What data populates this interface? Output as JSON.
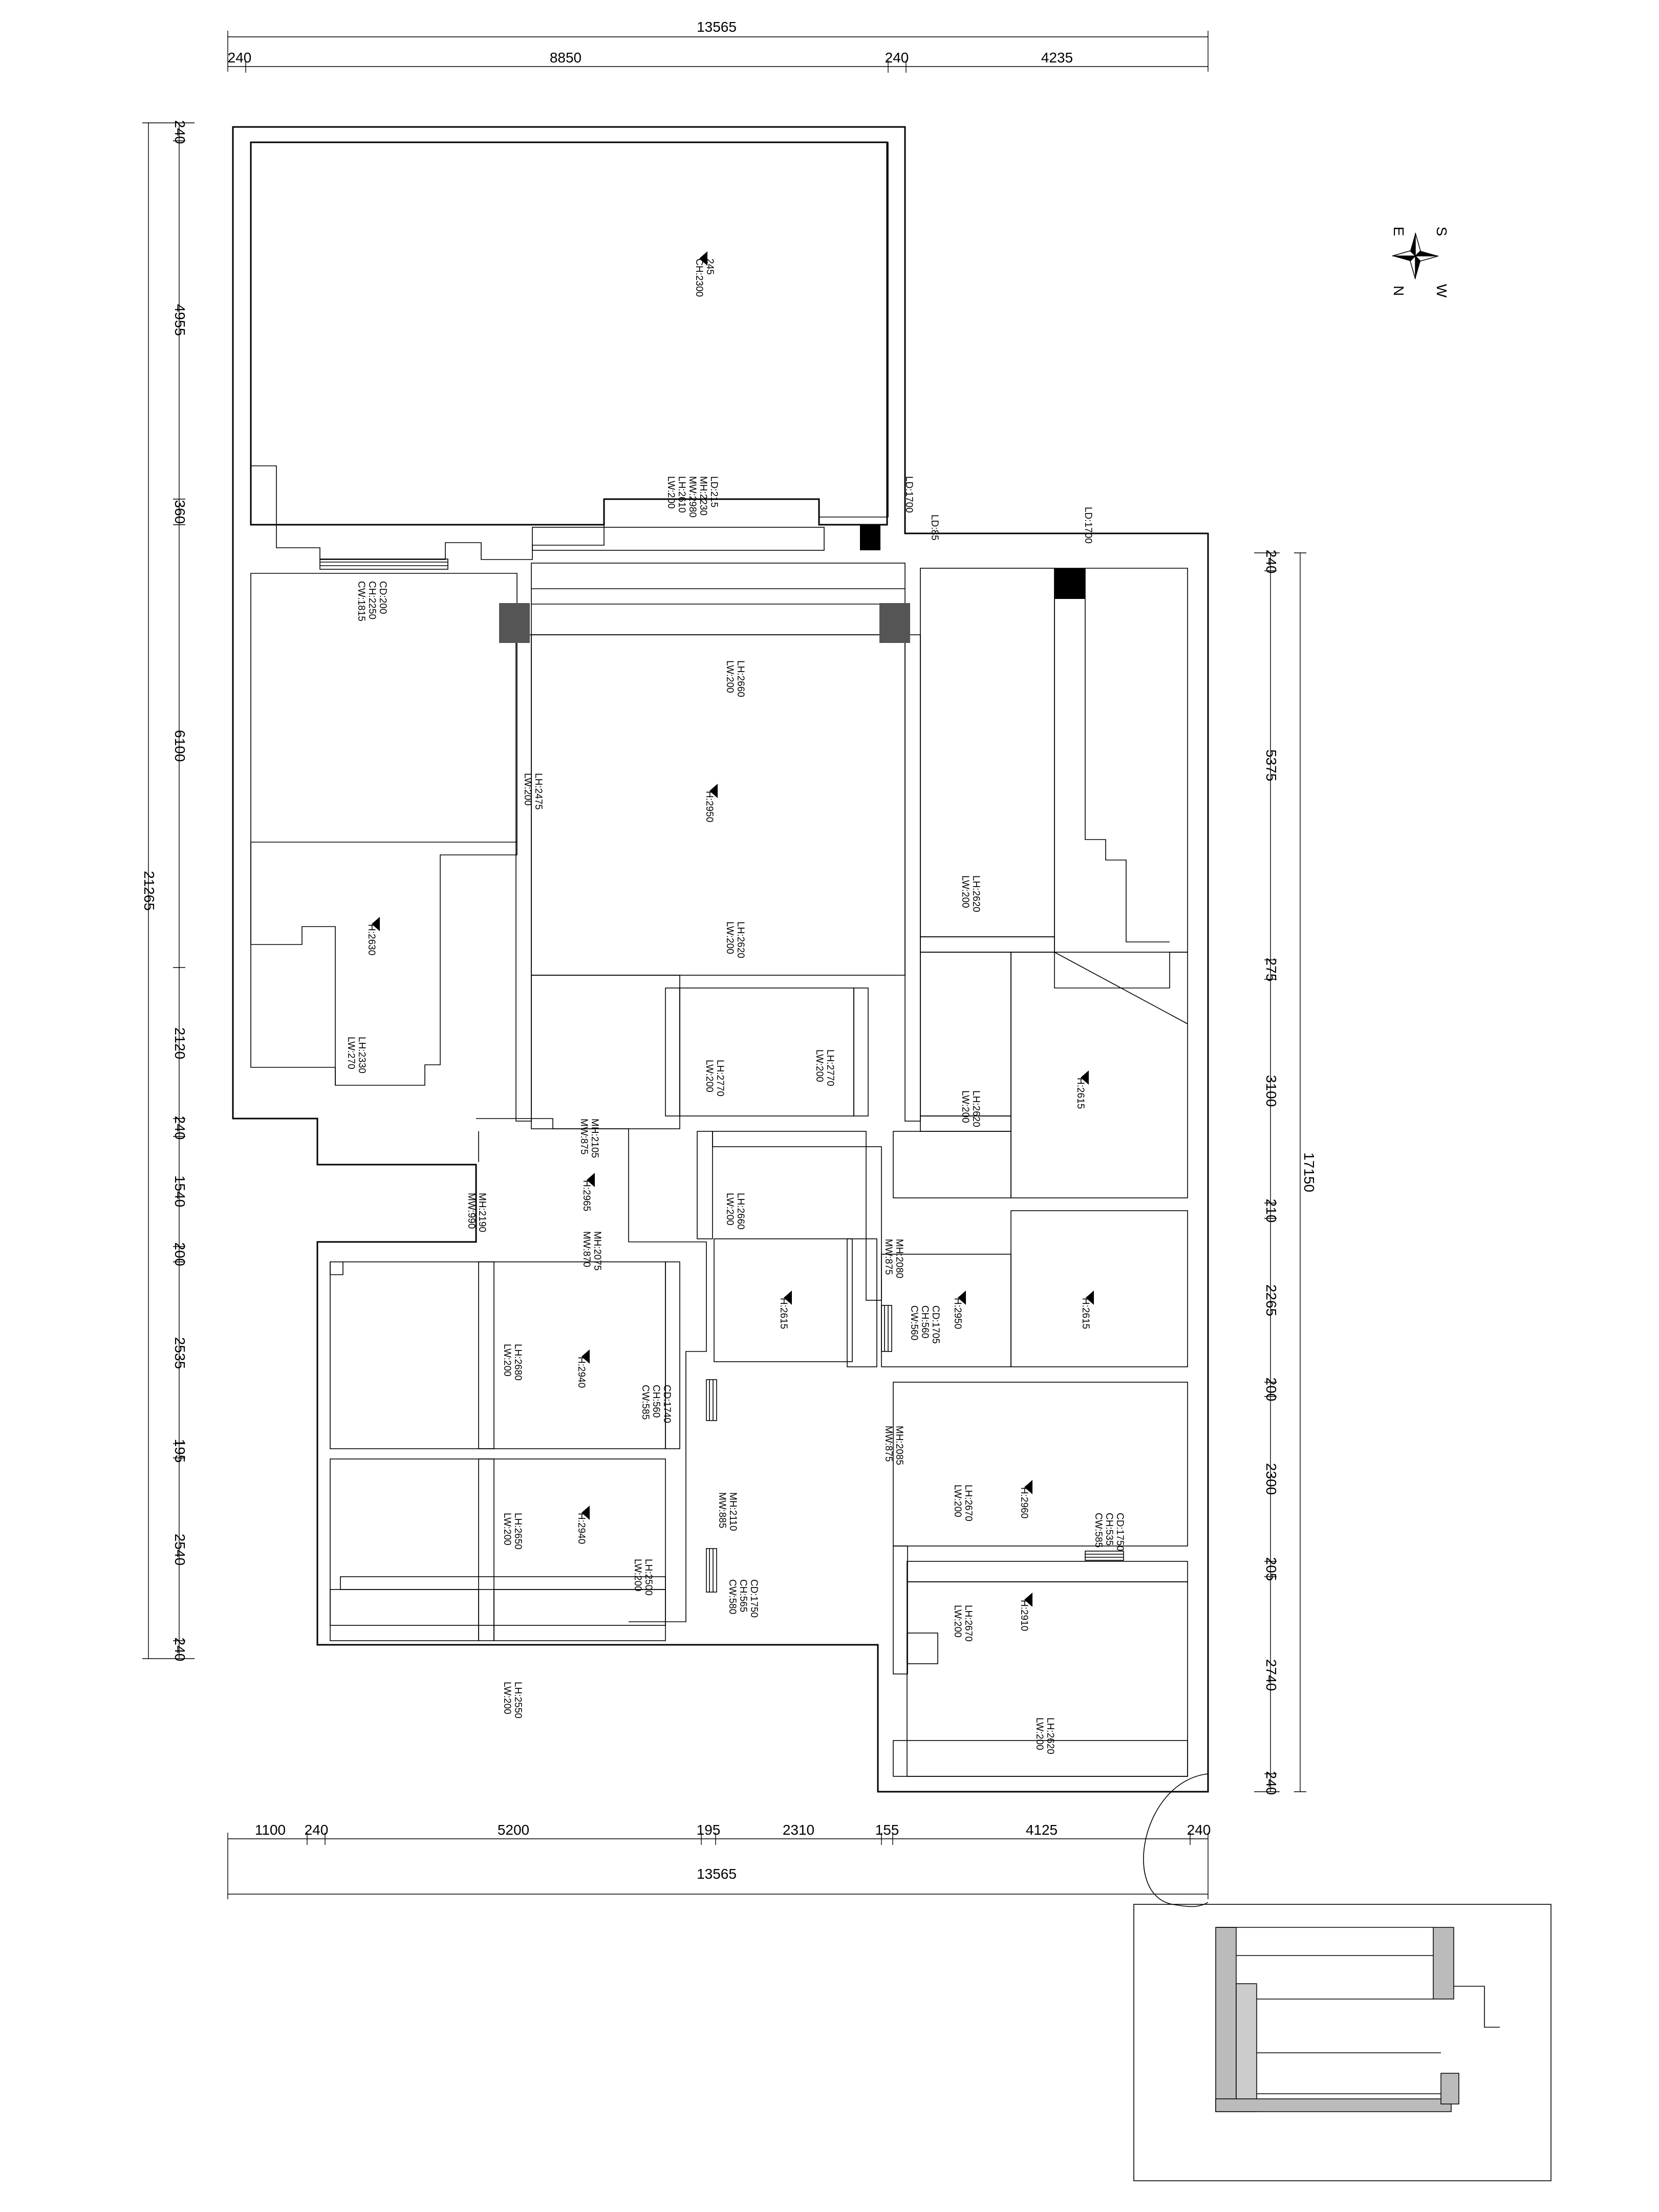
{
  "dimensions": {
    "top_total": "13565",
    "top_segments": [
      "240",
      "8850",
      "240",
      "4235"
    ],
    "bottom_segments": [
      "1100",
      "240",
      "5200",
      "195",
      "2310",
      "155",
      "4125",
      "240"
    ],
    "bottom_total": "13565",
    "left_total": "21265",
    "left_segments": [
      "240",
      "4955",
      "360",
      "6100",
      "2120",
      "240",
      "1540",
      "200",
      "2535",
      "195",
      "2540",
      "240"
    ],
    "right_total": "17150",
    "right_segments": [
      "240",
      "5375",
      "275",
      "3100",
      "210",
      "2265",
      "200",
      "2300",
      "205",
      "2740",
      "240"
    ]
  },
  "compass": {
    "letters": [
      "S",
      "W",
      "N",
      "E"
    ]
  },
  "labels": [
    {
      "id": "l01",
      "lines": [
        "CH:2300",
        "245"
      ]
    },
    {
      "id": "l02",
      "lines": [
        "LW:200",
        "LH:2610",
        "MW:2980",
        "MH:2230",
        "LD:215"
      ]
    },
    {
      "id": "l03",
      "lines": [
        "LD:1700"
      ]
    },
    {
      "id": "l04",
      "lines": [
        "LD:85"
      ]
    },
    {
      "id": "l05",
      "lines": [
        "LD:1700"
      ]
    },
    {
      "id": "l06",
      "lines": [
        "CW:1815",
        "CH:2250",
        "CD:200"
      ]
    },
    {
      "id": "l07",
      "lines": [
        "LW:200",
        "LH:2660"
      ]
    },
    {
      "id": "l08",
      "lines": [
        "LW:200",
        "LH:2475"
      ]
    },
    {
      "id": "l09",
      "lines": [
        "H:2950"
      ]
    },
    {
      "id": "l10",
      "lines": [
        "LW:200",
        "LH:2620"
      ]
    },
    {
      "id": "l11",
      "lines": [
        "LW:200",
        "LH:2620"
      ]
    },
    {
      "id": "l12",
      "lines": [
        "H:2630"
      ]
    },
    {
      "id": "l13",
      "lines": [
        "LW:270",
        "LH:2330"
      ]
    },
    {
      "id": "l14",
      "lines": [
        "LW:200",
        "LH:2770"
      ]
    },
    {
      "id": "l15",
      "lines": [
        "LW:200",
        "LH:2770"
      ]
    },
    {
      "id": "l16",
      "lines": [
        "LW:200",
        "LH:2620"
      ]
    },
    {
      "id": "l17",
      "lines": [
        "H:2615"
      ]
    },
    {
      "id": "l18",
      "lines": [
        "MW:875",
        "MH:2105"
      ]
    },
    {
      "id": "l19",
      "lines": [
        "MW:990",
        "MH:2190"
      ]
    },
    {
      "id": "l20",
      "lines": [
        "H:2965"
      ]
    },
    {
      "id": "l21",
      "lines": [
        "LW:200",
        "LH:2660"
      ]
    },
    {
      "id": "l22",
      "lines": [
        "MW:870",
        "MH:2075"
      ]
    },
    {
      "id": "l23",
      "lines": [
        "MW:875",
        "MH:2080"
      ]
    },
    {
      "id": "l24",
      "lines": [
        "H:2615"
      ]
    },
    {
      "id": "l25",
      "lines": [
        "H:2950"
      ]
    },
    {
      "id": "l26",
      "lines": [
        "CW:560",
        "CH:560",
        "CD:1705"
      ]
    },
    {
      "id": "l27",
      "lines": [
        "H:2615"
      ]
    },
    {
      "id": "l28",
      "lines": [
        "LW:200",
        "LH:2680"
      ]
    },
    {
      "id": "l29",
      "lines": [
        "H:2940"
      ]
    },
    {
      "id": "l30",
      "lines": [
        "CW:585",
        "CH:560",
        "CD:1740"
      ]
    },
    {
      "id": "l31",
      "lines": [
        "MW:875",
        "MH:2085"
      ]
    },
    {
      "id": "l32",
      "lines": [
        "LW:200",
        "LH:2670"
      ]
    },
    {
      "id": "l33",
      "lines": [
        "H:2960"
      ]
    },
    {
      "id": "l34",
      "lines": [
        "CW:585",
        "CH:535",
        "CD:1750"
      ]
    },
    {
      "id": "l35",
      "lines": [
        "MW:885",
        "MH:2110"
      ]
    },
    {
      "id": "l36",
      "lines": [
        "LW:200",
        "LH:2650"
      ]
    },
    {
      "id": "l37",
      "lines": [
        "H:2940"
      ]
    },
    {
      "id": "l38",
      "lines": [
        "LW:200",
        "LH:2500"
      ]
    },
    {
      "id": "l39",
      "lines": [
        "CW:580",
        "CH:565",
        "CD:1750"
      ]
    },
    {
      "id": "l40",
      "lines": [
        "LW:200",
        "LH:2670"
      ]
    },
    {
      "id": "l41",
      "lines": [
        "H:2910"
      ]
    },
    {
      "id": "l42",
      "lines": [
        "LW:200",
        "LH:2620"
      ]
    },
    {
      "id": "l43",
      "lines": [
        "LW:200",
        "LH:2550"
      ]
    }
  ]
}
